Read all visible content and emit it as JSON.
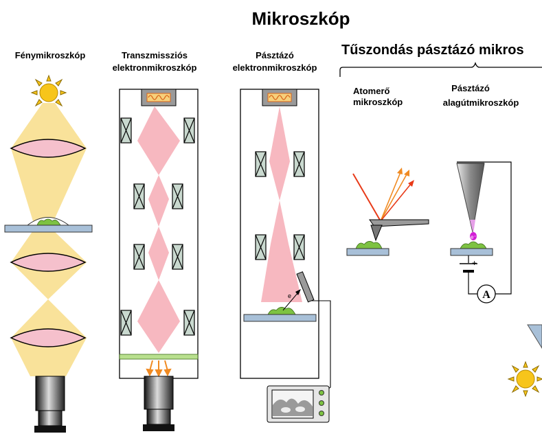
{
  "title": "Mikroszkóp",
  "columns": {
    "light": "Fénymikroszkóp",
    "tem_line1": "Transzmissziós",
    "tem_line2": "elektronmikroszkóp",
    "sem_line1": "Pásztázó",
    "sem_line2": "elektronmikroszkóp"
  },
  "probe_group": {
    "title": "Tűszondás pásztázó mikros",
    "afm_line1": "Atomerő",
    "afm_line2": "mikroszkóp",
    "stm_line1": "Pásztázó",
    "stm_line2": "alagútmikroszkóp"
  },
  "symbols": {
    "electron": "e",
    "electron_minus": "e⁻",
    "ammeter": "A",
    "plus": "+"
  },
  "colors": {
    "light_beam": "#f9e29a",
    "electron_beam": "#f7b8c0",
    "lens_fill": "#f5c0cc",
    "sun": "#f7c51b",
    "specimen": "#7dc242",
    "slide": "#a8c0d8",
    "coil": "#c9d9cf",
    "laser_red": "#e83a18",
    "laser_orange": "#f08a22"
  }
}
